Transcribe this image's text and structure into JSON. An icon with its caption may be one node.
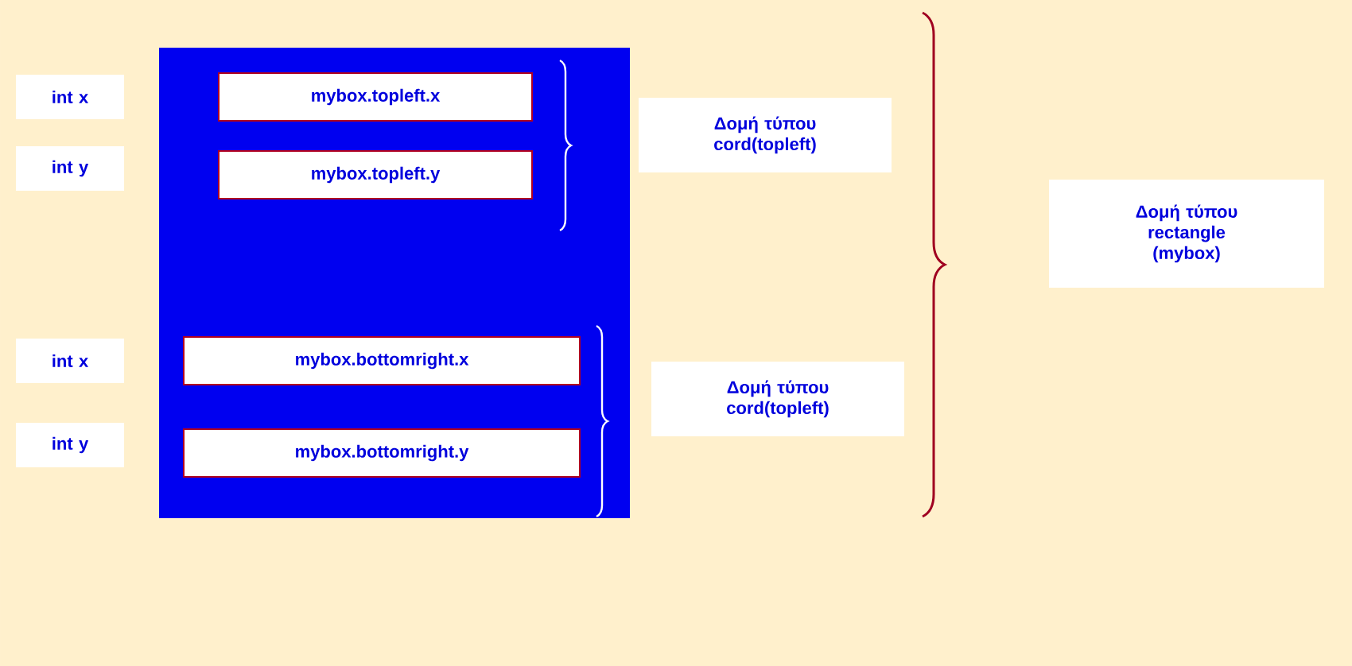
{
  "diagram": {
    "nodes": [
      {
        "text": [
          "int x"
        ]
      },
      {
        "text": [
          "int y"
        ]
      },
      {
        "text": [
          "int x"
        ]
      },
      {
        "text": [
          "int y"
        ]
      },
      {
        "text": [],
        "shape": "box"
      },
      {
        "text": [
          "mybox.topleft.x"
        ],
        "in": 4
      },
      {
        "text": [
          "mybox.topleft.y"
        ],
        "in": 4
      },
      {
        "text": [
          "mybox.bottomright.x"
        ],
        "in": 4
      },
      {
        "text": [
          "mybox.bottomright.y"
        ],
        "in": 4
      },
      {
        "text": [
          "Δομή τύπου cord(topleft)"
        ]
      },
      {
        "text": [
          "Δομή τύπου cord(topleft)"
        ]
      },
      {
        "text": [
          "Δομή τύπου rectangle (mybox)"
        ]
      }
    ],
    "edges": []
  }
}
